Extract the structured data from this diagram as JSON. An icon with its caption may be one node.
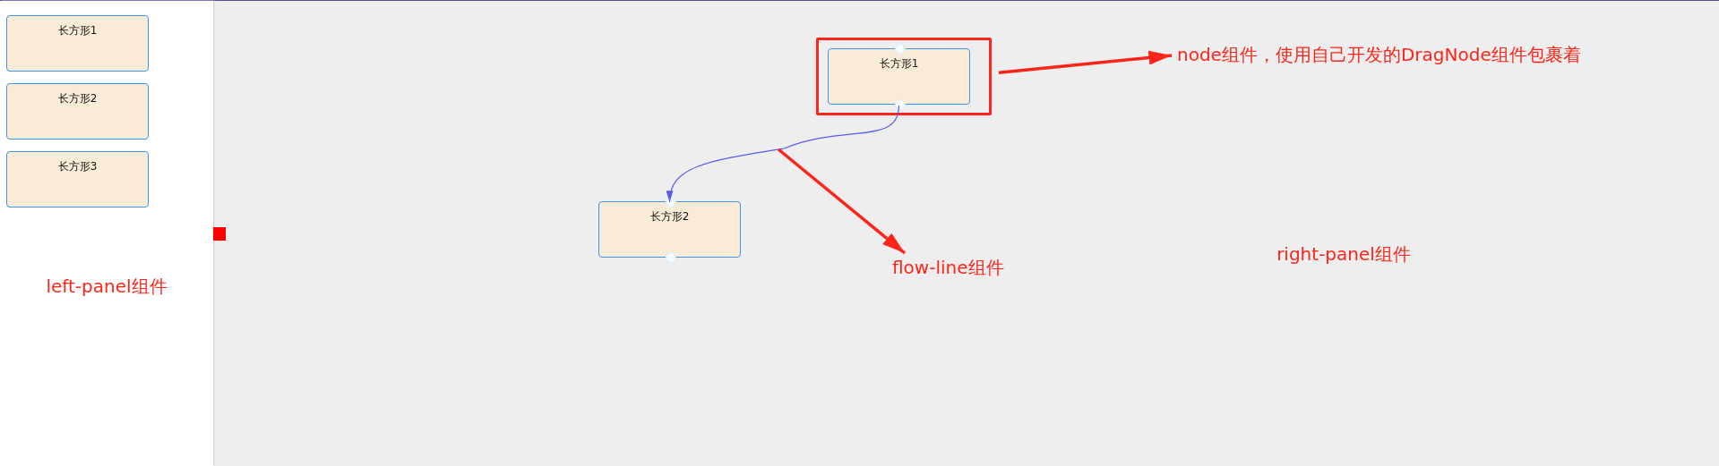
{
  "diagram": {
    "nodes": [
      {
        "text": [
          "left-panel组件"
        ]
      },
      {
        "text": [
          "长方形1"
        ],
        "in": 0
      },
      {
        "text": [
          "长方形2"
        ],
        "in": 0
      },
      {
        "text": [
          "长方形3"
        ],
        "in": 0
      },
      {
        "text": [
          "right-panel组件"
        ]
      },
      {
        "text": [],
        "shape": "box",
        "in": 4
      },
      {
        "text": [
          "长方形1"
        ],
        "in": 5
      },
      {
        "text": [
          "长方形2"
        ],
        "in": 4
      },
      {
        "text": [
          "node组件，使用自己开发的DragNode组件包裹着"
        ],
        "in": 4
      },
      {
        "text": [
          "flow-line组件"
        ],
        "in": 4
      }
    ],
    "edges": [
      {
        "from": 6,
        "to": 7,
        "arrow": "to",
        "color": "#5b5bf0"
      },
      {
        "from": 5,
        "to": 8,
        "arrow": "to",
        "color": "#ff2419"
      },
      {
        "from": null,
        "to": 9,
        "arrow": "to",
        "color": "#ff2419"
      }
    ]
  }
}
